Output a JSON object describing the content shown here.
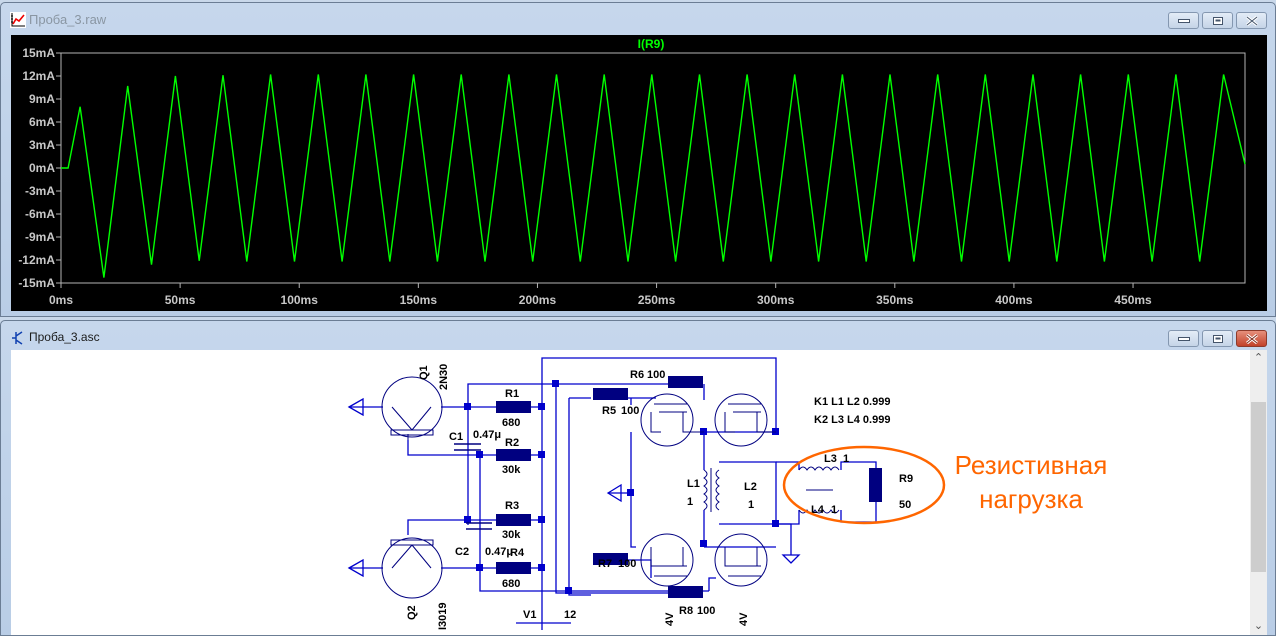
{
  "waveform_window": {
    "title": "Проба_3.raw",
    "icon": "waveform-icon",
    "controls": [
      "minimize-icon",
      "maximize-icon",
      "close-icon"
    ]
  },
  "schematic_window": {
    "title": "Проба_3.asc",
    "icon": "transistor-icon",
    "controls": [
      "minimize-icon",
      "maximize-icon",
      "close-icon"
    ]
  },
  "chart_data": {
    "type": "line",
    "title": "I(R9)",
    "xlabel": "",
    "ylabel": "",
    "xlim": [
      0,
      497
    ],
    "ylim": [
      -15,
      15
    ],
    "x_unit": "ms",
    "y_unit": "mA",
    "x_ticks": [
      "0ms",
      "50ms",
      "100ms",
      "150ms",
      "200ms",
      "250ms",
      "300ms",
      "350ms",
      "400ms",
      "450ms"
    ],
    "y_ticks": [
      "15mA",
      "12mA",
      "9mA",
      "6mA",
      "3mA",
      "0mA",
      "-3mA",
      "-6mA",
      "-9mA",
      "-12mA",
      "-15mA"
    ],
    "grid": false,
    "line_color": "#00ff00",
    "background": "#000000",
    "series": [
      {
        "name": "I(R9)",
        "x": [
          0,
          3,
          8,
          18,
          28,
          38,
          48,
          58,
          68,
          78,
          88,
          98,
          108,
          118,
          128,
          138,
          148,
          158,
          168,
          178,
          188,
          198,
          208,
          218,
          228,
          238,
          248,
          258,
          268,
          278,
          288,
          298,
          308,
          318,
          328,
          338,
          348,
          358,
          368,
          378,
          388,
          398,
          408,
          418,
          428,
          438,
          448,
          458,
          468,
          478,
          488,
          497
        ],
        "values": [
          0,
          0,
          8,
          -14.3,
          10.7,
          -12.6,
          12,
          -12.1,
          12.1,
          -12.2,
          12.2,
          -12.2,
          12.2,
          -12.2,
          12.2,
          -12.2,
          12.2,
          -12.2,
          12.2,
          -12.2,
          12.2,
          -12.2,
          12.2,
          -12.2,
          12.2,
          -12.2,
          12.2,
          -12.2,
          12.2,
          -12.2,
          12.2,
          -12.2,
          12.2,
          -12.2,
          12.2,
          -12.2,
          12.2,
          -12.2,
          12.2,
          -12.2,
          12.2,
          -12.2,
          12.2,
          -12.2,
          12.2,
          -12.2,
          12.2,
          -12.2,
          12.2,
          -12.2,
          12.2,
          0.5
        ]
      }
    ]
  },
  "schematic": {
    "components": {
      "Q1": {
        "name": "Q1",
        "model": "2N30"
      },
      "Q2": {
        "name": "Q2",
        "model": "I3019"
      },
      "R1": {
        "name": "R1",
        "value": "680"
      },
      "R2": {
        "name": "R2",
        "value": "30k"
      },
      "R3": {
        "name": "R3",
        "value": "30k"
      },
      "R4": {
        "name": "R4",
        "value": "680"
      },
      "R5": {
        "name": "R5",
        "value": "100"
      },
      "R6": {
        "name": "R6",
        "value": "100"
      },
      "R7": {
        "name": "R7",
        "value": "100"
      },
      "R8": {
        "name": "R8",
        "value": "100"
      },
      "R9": {
        "name": "R9",
        "value": "50"
      },
      "C1": {
        "name": "C1",
        "value": "0.47μ"
      },
      "C2": {
        "name": "C2",
        "value": "0.47μ"
      },
      "L1": {
        "name": "L1",
        "value": "1"
      },
      "L2": {
        "name": "L2",
        "value": "1"
      },
      "L3": {
        "name": "L3",
        "value": "1"
      },
      "L4": {
        "name": "L4",
        "value": "1"
      },
      "V1": {
        "name": "V1",
        "value": "12"
      }
    },
    "mosfet_labels": [
      "4V",
      "4V"
    ],
    "directives": [
      "K1 L1 L2 0.999",
      "K2 L3 L4 0.999"
    ],
    "annotation": {
      "line1": "Резистивная",
      "line2": "нагрузка",
      "color": "#ff6600"
    },
    "wire_color": "#0000cc",
    "component_color": "#000080"
  }
}
